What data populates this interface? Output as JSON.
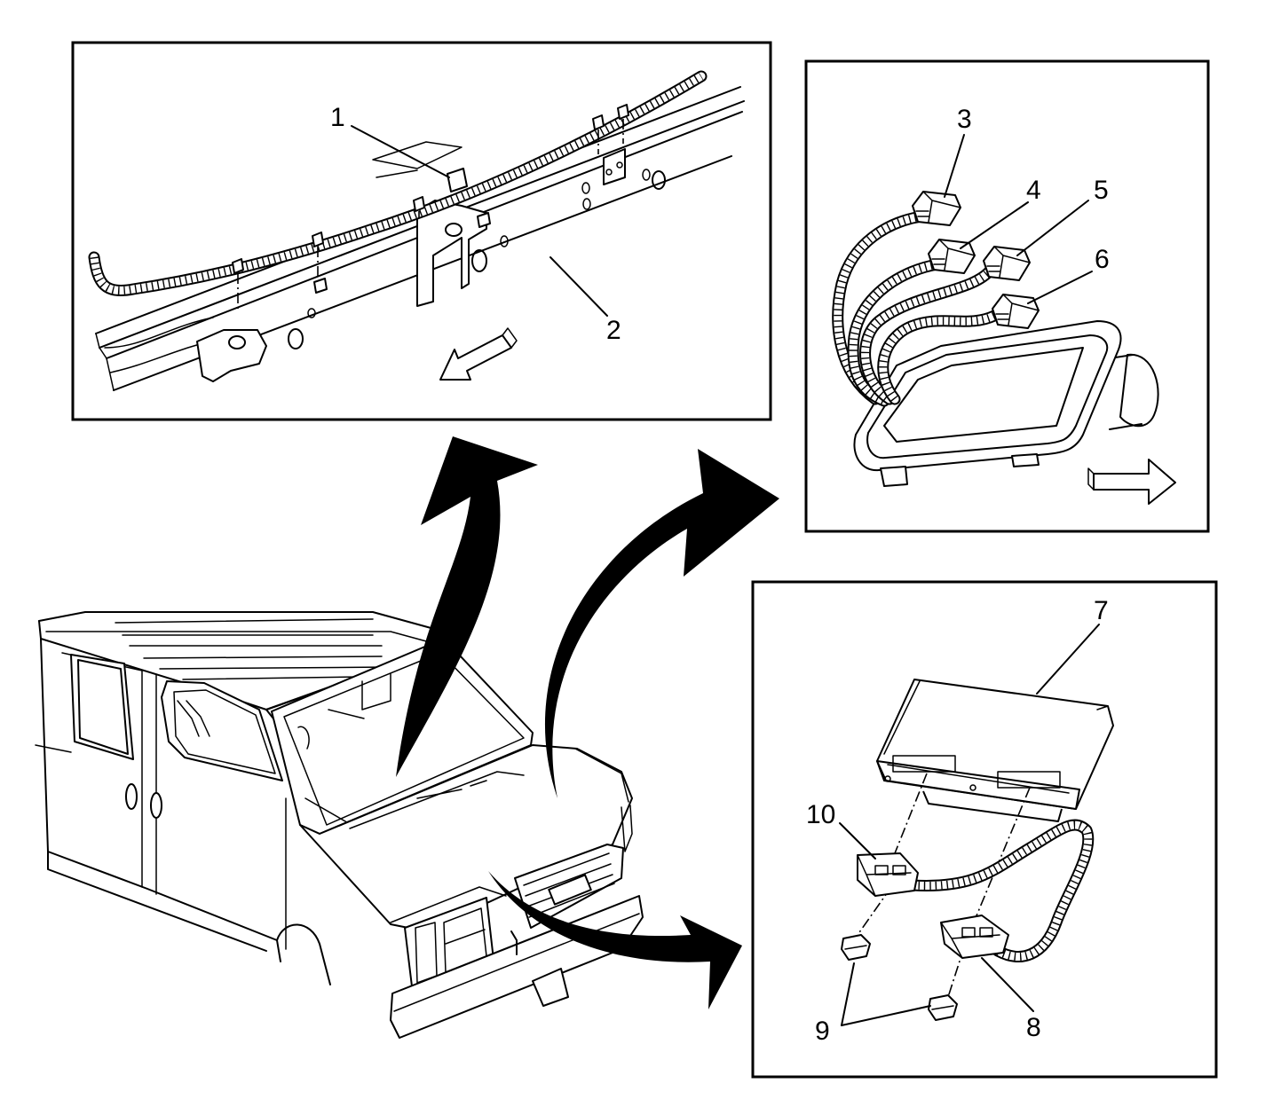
{
  "callouts": {
    "c1": "1",
    "c2": "2",
    "c3": "3",
    "c4": "4",
    "c5": "5",
    "c6": "6",
    "c7": "7",
    "c8": "8",
    "c9": "9",
    "c10": "10"
  },
  "icons": {
    "direction_arrow_top": "direction-arrow-icon",
    "direction_arrow_right": "direction-arrow-icon",
    "pointer_arrows": "curved-arrow-icon"
  }
}
